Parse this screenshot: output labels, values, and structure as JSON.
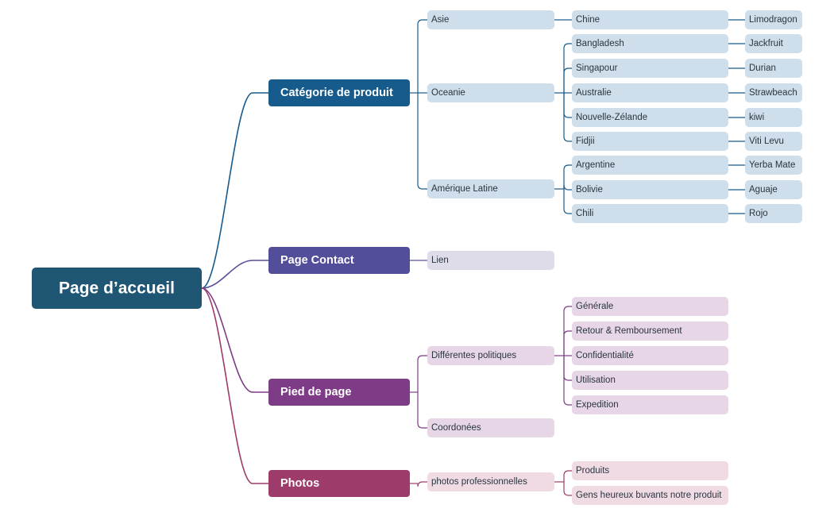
{
  "colors": {
    "root": "#1f5673",
    "branch_product": "#175a8c",
    "branch_contact": "#534e9a",
    "branch_footer": "#7d3c85",
    "branch_photos": "#9d3b6a",
    "node_blue": "#cfdeeb",
    "node_lavender": "#dfdcea",
    "node_purple": "#e6d6e6",
    "node_pink": "#f0dbe4",
    "line_blue": "#175a8c",
    "line_lavender": "#534e9a",
    "line_purple": "#7d3c85",
    "line_pink": "#9d3b6a",
    "text_dark": "#2a3540"
  },
  "root": {
    "label": "Page d’accueil"
  },
  "branches": [
    {
      "label": "Catégorie de produit",
      "children": [
        {
          "label": "Asie",
          "children": [
            {
              "label": "Chine",
              "children": [
                {
                  "label": "Limodragon"
                }
              ]
            }
          ]
        },
        {
          "label": "Oceanie",
          "children": [
            {
              "label": "Bangladesh",
              "children": [
                {
                  "label": "Jackfruit"
                }
              ]
            },
            {
              "label": "Singapour",
              "children": [
                {
                  "label": "Durian"
                }
              ]
            },
            {
              "label": "Australie",
              "children": [
                {
                  "label": "Strawbeach"
                }
              ]
            },
            {
              "label": "Nouvelle-Zélande",
              "children": [
                {
                  "label": "kiwi"
                }
              ]
            },
            {
              "label": "Fidjii",
              "children": [
                {
                  "label": "Viti Levu"
                }
              ]
            }
          ]
        },
        {
          "label": "Amérique Latine",
          "children": [
            {
              "label": "Argentine",
              "children": [
                {
                  "label": "Yerba Mate"
                }
              ]
            },
            {
              "label": "Bolivie",
              "children": [
                {
                  "label": "Aguaje"
                }
              ]
            },
            {
              "label": "Chili",
              "children": [
                {
                  "label": "Rojo"
                }
              ]
            }
          ]
        }
      ]
    },
    {
      "label": "Page Contact",
      "children": [
        {
          "label": "Lien"
        }
      ]
    },
    {
      "label": "Pied de page",
      "children": [
        {
          "label": "Différentes politiques",
          "children": [
            {
              "label": "Générale"
            },
            {
              "label": "Retour & Remboursement"
            },
            {
              "label": "Confidentialité"
            },
            {
              "label": "Utilisation"
            },
            {
              "label": "Expedition"
            }
          ]
        },
        {
          "label": "Coordonées"
        }
      ]
    },
    {
      "label": "Photos",
      "children": [
        {
          "label": "photos professionnelles",
          "children": [
            {
              "label": "Produits"
            },
            {
              "label": "Gens heureux buvants notre produit"
            }
          ]
        }
      ]
    }
  ]
}
